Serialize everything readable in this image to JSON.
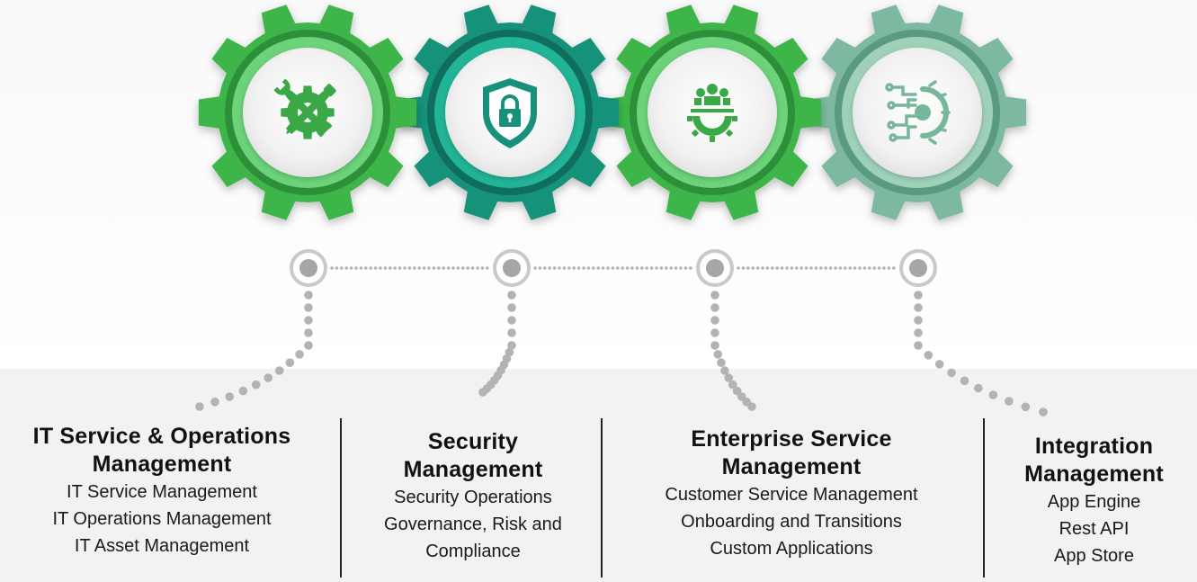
{
  "columns": [
    {
      "title_lines": [
        "IT Service & Operations",
        "Management"
      ],
      "items": [
        "IT Service Management",
        "IT Operations Management",
        "IT Asset Management"
      ],
      "icon": "wrench-gear-icon",
      "gear_color": "#3cb54a"
    },
    {
      "title_lines": [
        "Security",
        "Management"
      ],
      "items": [
        "Security Operations",
        "Governance, Risk and",
        "Compliance"
      ],
      "icon": "shield-lock-icon",
      "gear_color": "#15927a"
    },
    {
      "title_lines": [
        "Enterprise Service",
        "Management"
      ],
      "items": [
        "Customer Service Management",
        "Onboarding and Transitions",
        "Custom Applications"
      ],
      "icon": "people-gear-icon",
      "gear_color": "#3cb54a"
    },
    {
      "title_lines": [
        "Integration",
        "Management"
      ],
      "items": [
        "App Engine",
        "Rest API",
        "App Store"
      ],
      "icon": "circuit-gear-icon",
      "gear_color": "#7db9a0"
    }
  ],
  "colors": {
    "icon_green": "#3aa846",
    "icon_teal": "#17917a",
    "icon_sage": "#76b79c",
    "dots": "#b3b3b3",
    "text": "#111111"
  }
}
